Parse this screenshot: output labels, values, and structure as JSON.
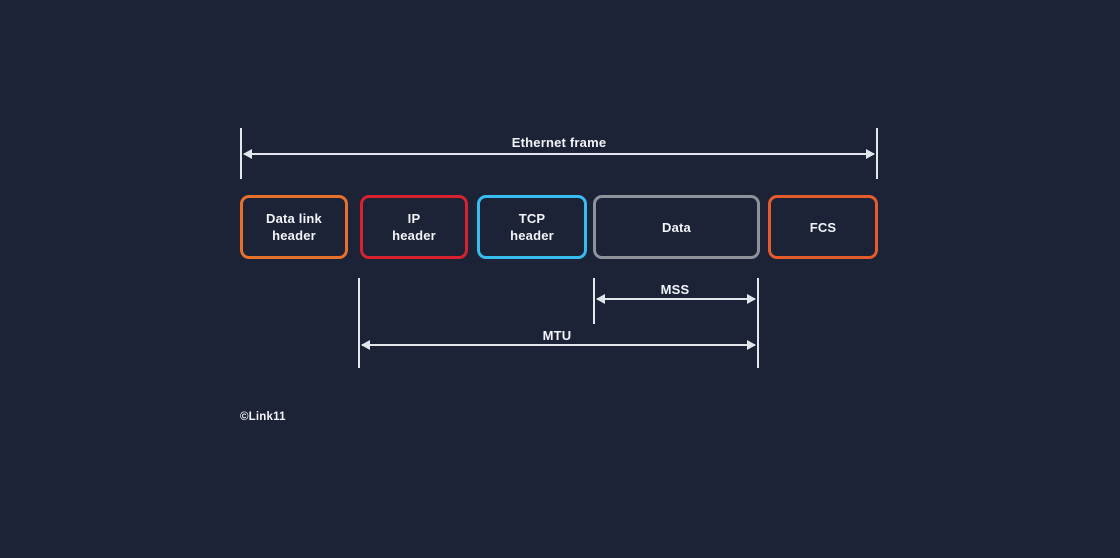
{
  "canvas": {
    "background": "#1C2337",
    "line_color": "#E3E7EC",
    "text_color": "#F2F4F7"
  },
  "measures": {
    "ethernet_frame": {
      "label": "Ethernet frame"
    },
    "mss": {
      "label": "MSS"
    },
    "mtu": {
      "label": "MTU"
    }
  },
  "boxes": [
    {
      "lines": [
        "Data link",
        "header"
      ],
      "border_color": "#E7702D"
    },
    {
      "lines": [
        "IP",
        "header"
      ],
      "border_color": "#D6232F"
    },
    {
      "lines": [
        "TCP",
        "header"
      ],
      "border_color": "#38BDEF"
    },
    {
      "lines": [
        "Data"
      ],
      "border_color": "#8E939B"
    },
    {
      "lines": [
        "FCS"
      ],
      "border_color": "#E55C2C"
    }
  ],
  "credit": "©Link11"
}
